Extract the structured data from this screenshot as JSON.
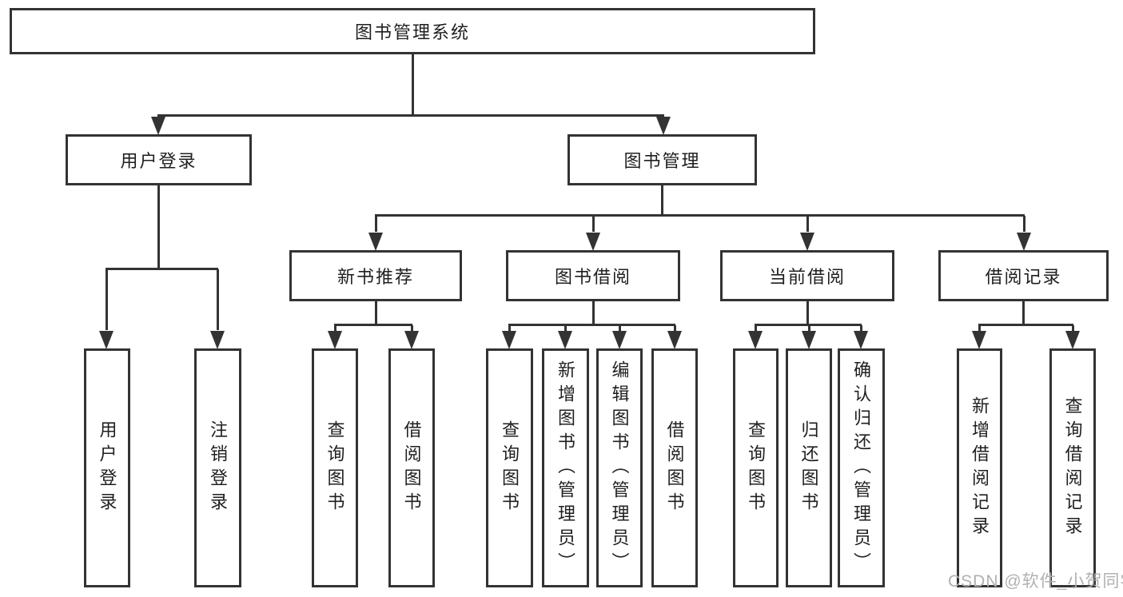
{
  "diagram": {
    "root": {
      "label": "图书管理系统"
    },
    "branches": [
      {
        "label": "用户登录",
        "children": [
          {
            "label": "用户登录"
          },
          {
            "label": "注销登录"
          }
        ]
      },
      {
        "label": "图书管理",
        "children": [
          {
            "label": "新书推荐",
            "children": [
              {
                "label": "查询图书"
              },
              {
                "label": "借阅图书"
              }
            ]
          },
          {
            "label": "图书借阅",
            "children": [
              {
                "label": "查询图书"
              },
              {
                "label": "新增图书（管理员）"
              },
              {
                "label": "编辑图书（管理员）"
              },
              {
                "label": "借阅图书"
              }
            ]
          },
          {
            "label": "当前借阅",
            "children": [
              {
                "label": "查询图书"
              },
              {
                "label": "归还图书"
              },
              {
                "label": "确认归还（管理员）"
              }
            ]
          },
          {
            "label": "借阅记录",
            "children": [
              {
                "label": "新增借阅记录"
              },
              {
                "label": "查询借阅记录"
              }
            ]
          }
        ]
      }
    ]
  },
  "watermark": {
    "text": "CSDN @软件_小贺同学",
    "color": "#b2b0b0"
  },
  "colors": {
    "line": "#333333",
    "box_border": "#333333",
    "box_background": "#ffffff",
    "text": "#1f1f1f",
    "page_background": "#ffffff"
  }
}
